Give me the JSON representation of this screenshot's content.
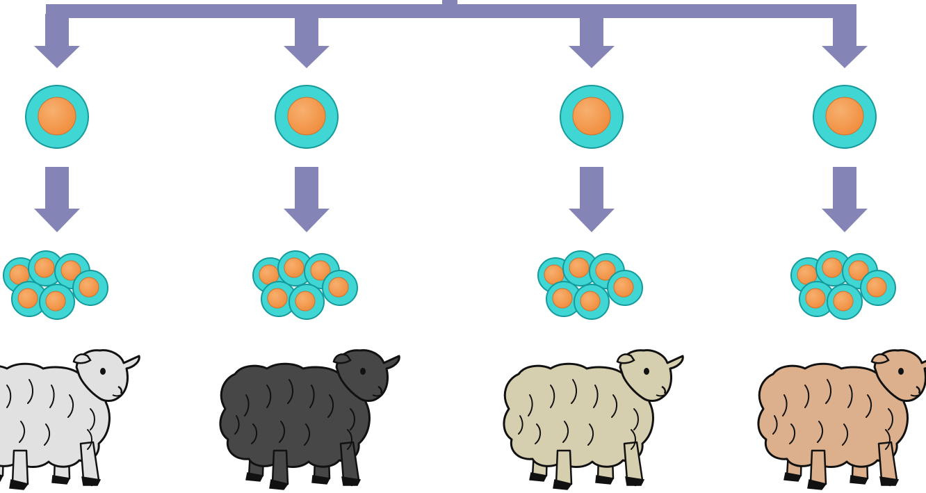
{
  "colors": {
    "background": "#ffffff",
    "arrow": "#8584b6",
    "cell_cytoplasm": "#3fd6d4",
    "cell_edge": "#159a9c",
    "nucleus": "#f08a3a",
    "nucleus_highlight": "#f7b06f",
    "outline": "#111111"
  },
  "icons": {
    "cell": "single-cell-icon",
    "embryo": "cell-cluster-icon",
    "sheep": "sheep-icon"
  },
  "lanes": [
    {
      "id": "lane-1",
      "sheep_color": "#e1e1e1"
    },
    {
      "id": "lane-2",
      "sheep_color": "#474747"
    },
    {
      "id": "lane-3",
      "sheep_color": "#d6cfaf"
    },
    {
      "id": "lane-4",
      "sheep_color": "#dcb08c"
    }
  ]
}
